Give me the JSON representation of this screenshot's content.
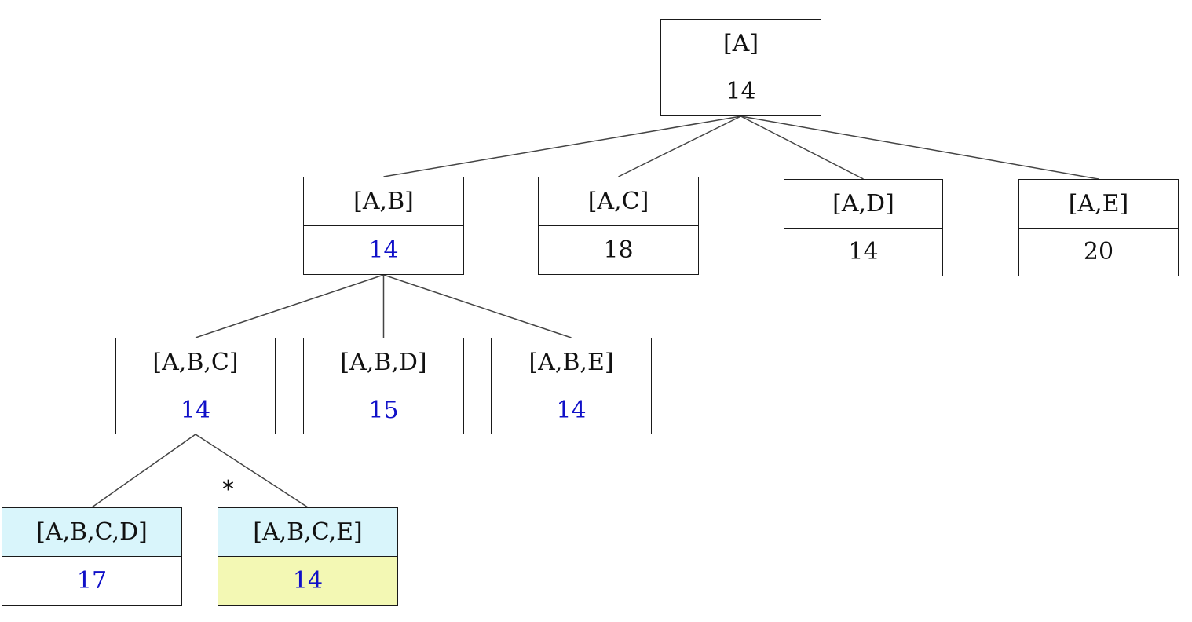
{
  "nodes": {
    "a": {
      "label": "[A]",
      "cost": "14"
    },
    "ab": {
      "label": "[A,B]",
      "cost": "14"
    },
    "ac": {
      "label": "[A,C]",
      "cost": "18"
    },
    "ad": {
      "label": "[A,D]",
      "cost": "14"
    },
    "ae": {
      "label": "[A,E]",
      "cost": "20"
    },
    "abc": {
      "label": "[A,B,C]",
      "cost": "14"
    },
    "abd": {
      "label": "[A,B,D]",
      "cost": "15"
    },
    "abe": {
      "label": "[A,B,E]",
      "cost": "14"
    },
    "abcd": {
      "label": "[A,B,C,D]",
      "cost": "17"
    },
    "abce": {
      "label": "[A,B,C,E]",
      "cost": "14"
    }
  },
  "edges": [
    [
      "a",
      "ab"
    ],
    [
      "a",
      "ac"
    ],
    [
      "a",
      "ad"
    ],
    [
      "a",
      "ae"
    ],
    [
      "ab",
      "abc"
    ],
    [
      "ab",
      "abd"
    ],
    [
      "ab",
      "abe"
    ],
    [
      "abc",
      "abcd"
    ],
    [
      "abc",
      "abce"
    ]
  ],
  "marker": "*",
  "colors": {
    "line": "#444444",
    "explored_cost": "#1010c8",
    "leaf_header": "#d9f5fb",
    "best_cost_bg": "#f3f8b4"
  }
}
